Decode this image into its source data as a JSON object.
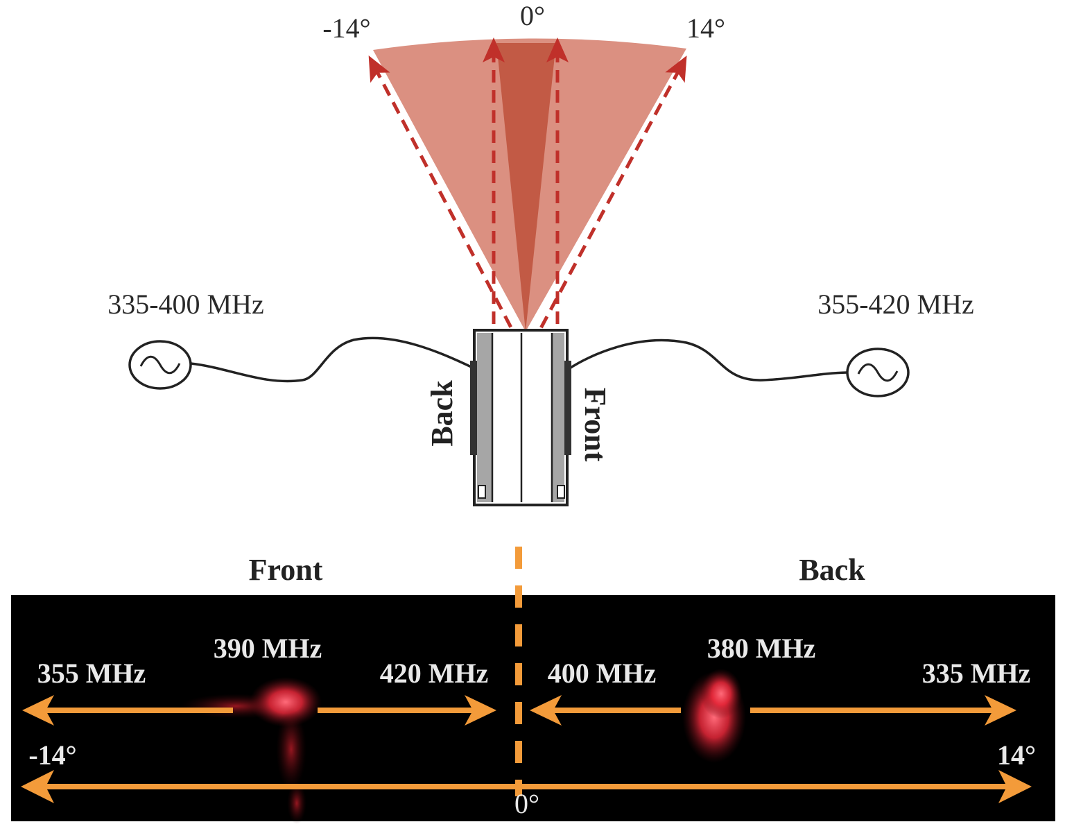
{
  "beam": {
    "angle_left": "-14°",
    "angle_center": "0°",
    "angle_right": "14°"
  },
  "sources": {
    "left_band": "335-400 MHz",
    "right_band": "355-420 MHz"
  },
  "device": {
    "left_face": "Back",
    "right_face": "Front"
  },
  "panels": {
    "front_title": "Front",
    "back_title": "Back"
  },
  "map": {
    "front_start": "355 MHz",
    "front_peak": "390 MHz",
    "front_end": "420 MHz",
    "back_start": "400 MHz",
    "back_peak": "380 MHz",
    "back_end": "335 MHz",
    "axis_left": "-14°",
    "axis_right": "14°",
    "axis_center": "0°"
  },
  "colors": {
    "beam_light": "#d98a7a",
    "beam_dark": "#c25a45",
    "beam_arrow": "#c0302a",
    "arrow_orange": "#f39b3a",
    "map_bg": "#000000",
    "hotspot": "#ff3a4a"
  }
}
